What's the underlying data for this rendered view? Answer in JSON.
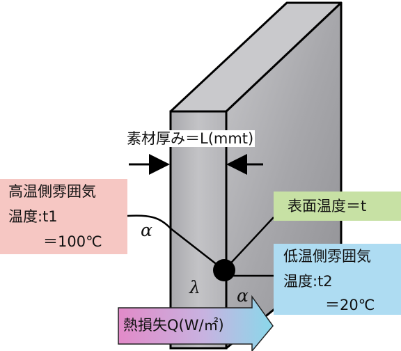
{
  "diagram": {
    "thickness_label": "素材厚み＝L(mmt)",
    "high_side": {
      "line1": "高温側雰囲気",
      "line2": "温度:t1",
      "line3": "＝100℃"
    },
    "low_side": {
      "line1": "低温側雰囲気",
      "line2": "温度:t2",
      "line3": "＝20℃"
    },
    "surface_temp": "表面温度＝t",
    "heat_loss": "熱損失Q(W/㎡)",
    "alpha_left": "α",
    "alpha_right": "α",
    "lambda": "λ",
    "colors": {
      "wall_front": "#b9b9bc",
      "wall_side": "#9c9ca0",
      "wall_top": "#c9c9cc",
      "high_box": "#f6c7c3",
      "low_box": "#aedcf2",
      "surface_box": "#c7e1a4",
      "arrow_start": "#e28ac8",
      "arrow_end": "#8ad8ea"
    }
  }
}
